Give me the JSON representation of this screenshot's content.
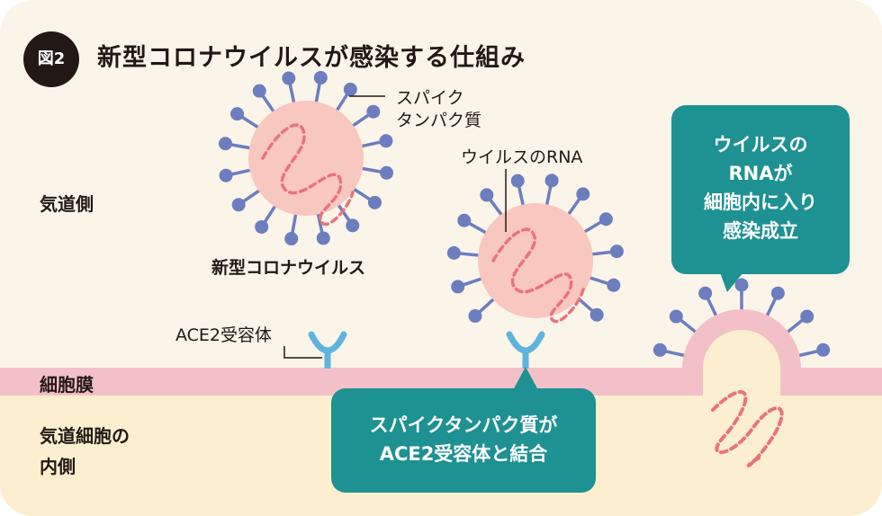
{
  "header": {
    "badge": "図2",
    "title": "新型コロナウイルスが感染する仕組み"
  },
  "regions": {
    "airway": "気道側",
    "membrane": "細胞膜",
    "cell_inside_1": "気道細胞の",
    "cell_inside_2": "内側"
  },
  "labels": {
    "spike_1": "スパイク",
    "spike_2": "タンパク質",
    "virus_rna": "ウイルスのRNA",
    "virus_name": "新型コロナウイルス",
    "ace2": "ACE2受容体"
  },
  "callouts": {
    "binding_1": "スパイクタンパク質が",
    "binding_2": "ACE2受容体と結合",
    "infection_1": "ウイルスの",
    "infection_2": "RNAが",
    "infection_3": "細胞内に入り",
    "infection_4": "感染成立"
  },
  "colors": {
    "background": "#fbf4e8",
    "membrane": "#f3c0c8",
    "cell_interior": "#fcefcf",
    "virus_body": "#f8c7c0",
    "rna": "#e8737e",
    "spike": "#6c7ec0",
    "receptor": "#5fb4de",
    "callout": "#1e9192"
  }
}
